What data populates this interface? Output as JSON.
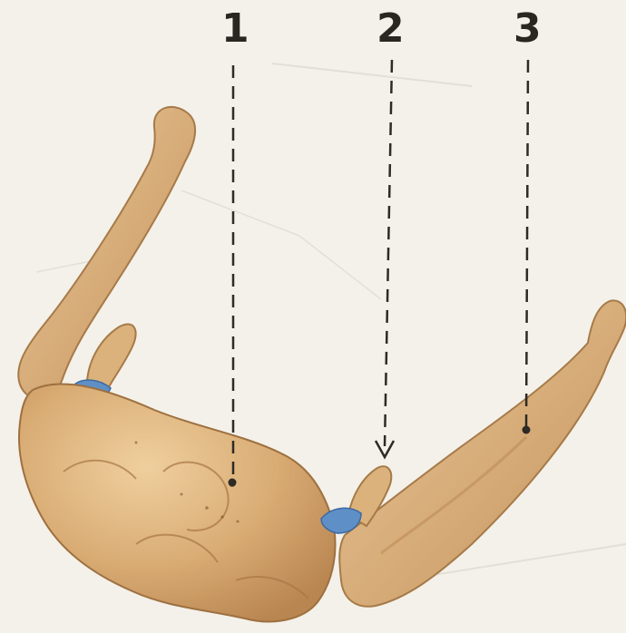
{
  "figure": {
    "background": "#f4f1ea",
    "bone_color": "#d9ac74",
    "bone_shadow": "#b98550",
    "cartilage_color": "#5f8fc7",
    "leader_color": "#2e2a26"
  },
  "callouts": [
    {
      "label": "1"
    },
    {
      "label": "2"
    },
    {
      "label": "3"
    }
  ]
}
